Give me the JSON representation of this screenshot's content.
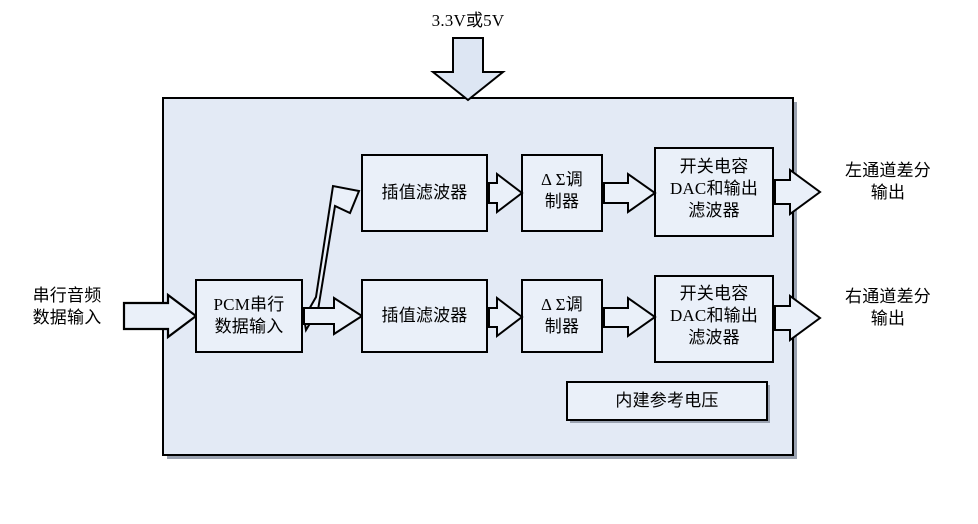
{
  "diagram": {
    "title": "PCM audio DAC block diagram",
    "supply": {
      "label": "3.3V或5V",
      "arrow_icon": "down-arrow-icon"
    },
    "inputs": [
      {
        "name": "serial-audio-input",
        "label": "串行音频\n数据输入",
        "arrow_icon": "right-arrow-icon"
      }
    ],
    "outputs": [
      {
        "name": "left-channel-output",
        "label": "左通道差分\n输出",
        "arrow_icon": "right-arrow-icon"
      },
      {
        "name": "right-channel-output",
        "label": "右通道差分\n输出",
        "arrow_icon": "right-arrow-icon"
      }
    ],
    "blocks": {
      "pcm_serial": "PCM串行\n数据输入",
      "interp_filter_top": "插值滤波器",
      "interp_filter_bottom": "插值滤波器",
      "modulator_top": "Δ Σ调\n制器",
      "modulator_bottom": "Δ Σ调\n制器",
      "dac_top": "开关电容\nDAC和输出\n滤波器",
      "dac_bottom": "开关电容\nDAC和输出\n滤波器",
      "reference": "内建参考电压"
    },
    "colors": {
      "container_fill": "#e3eaf5",
      "block_fill": "#eaf0f9",
      "arrow_fill": "#e8eef8",
      "stroke": "#000000",
      "shadow": "#9aa2b0"
    }
  }
}
